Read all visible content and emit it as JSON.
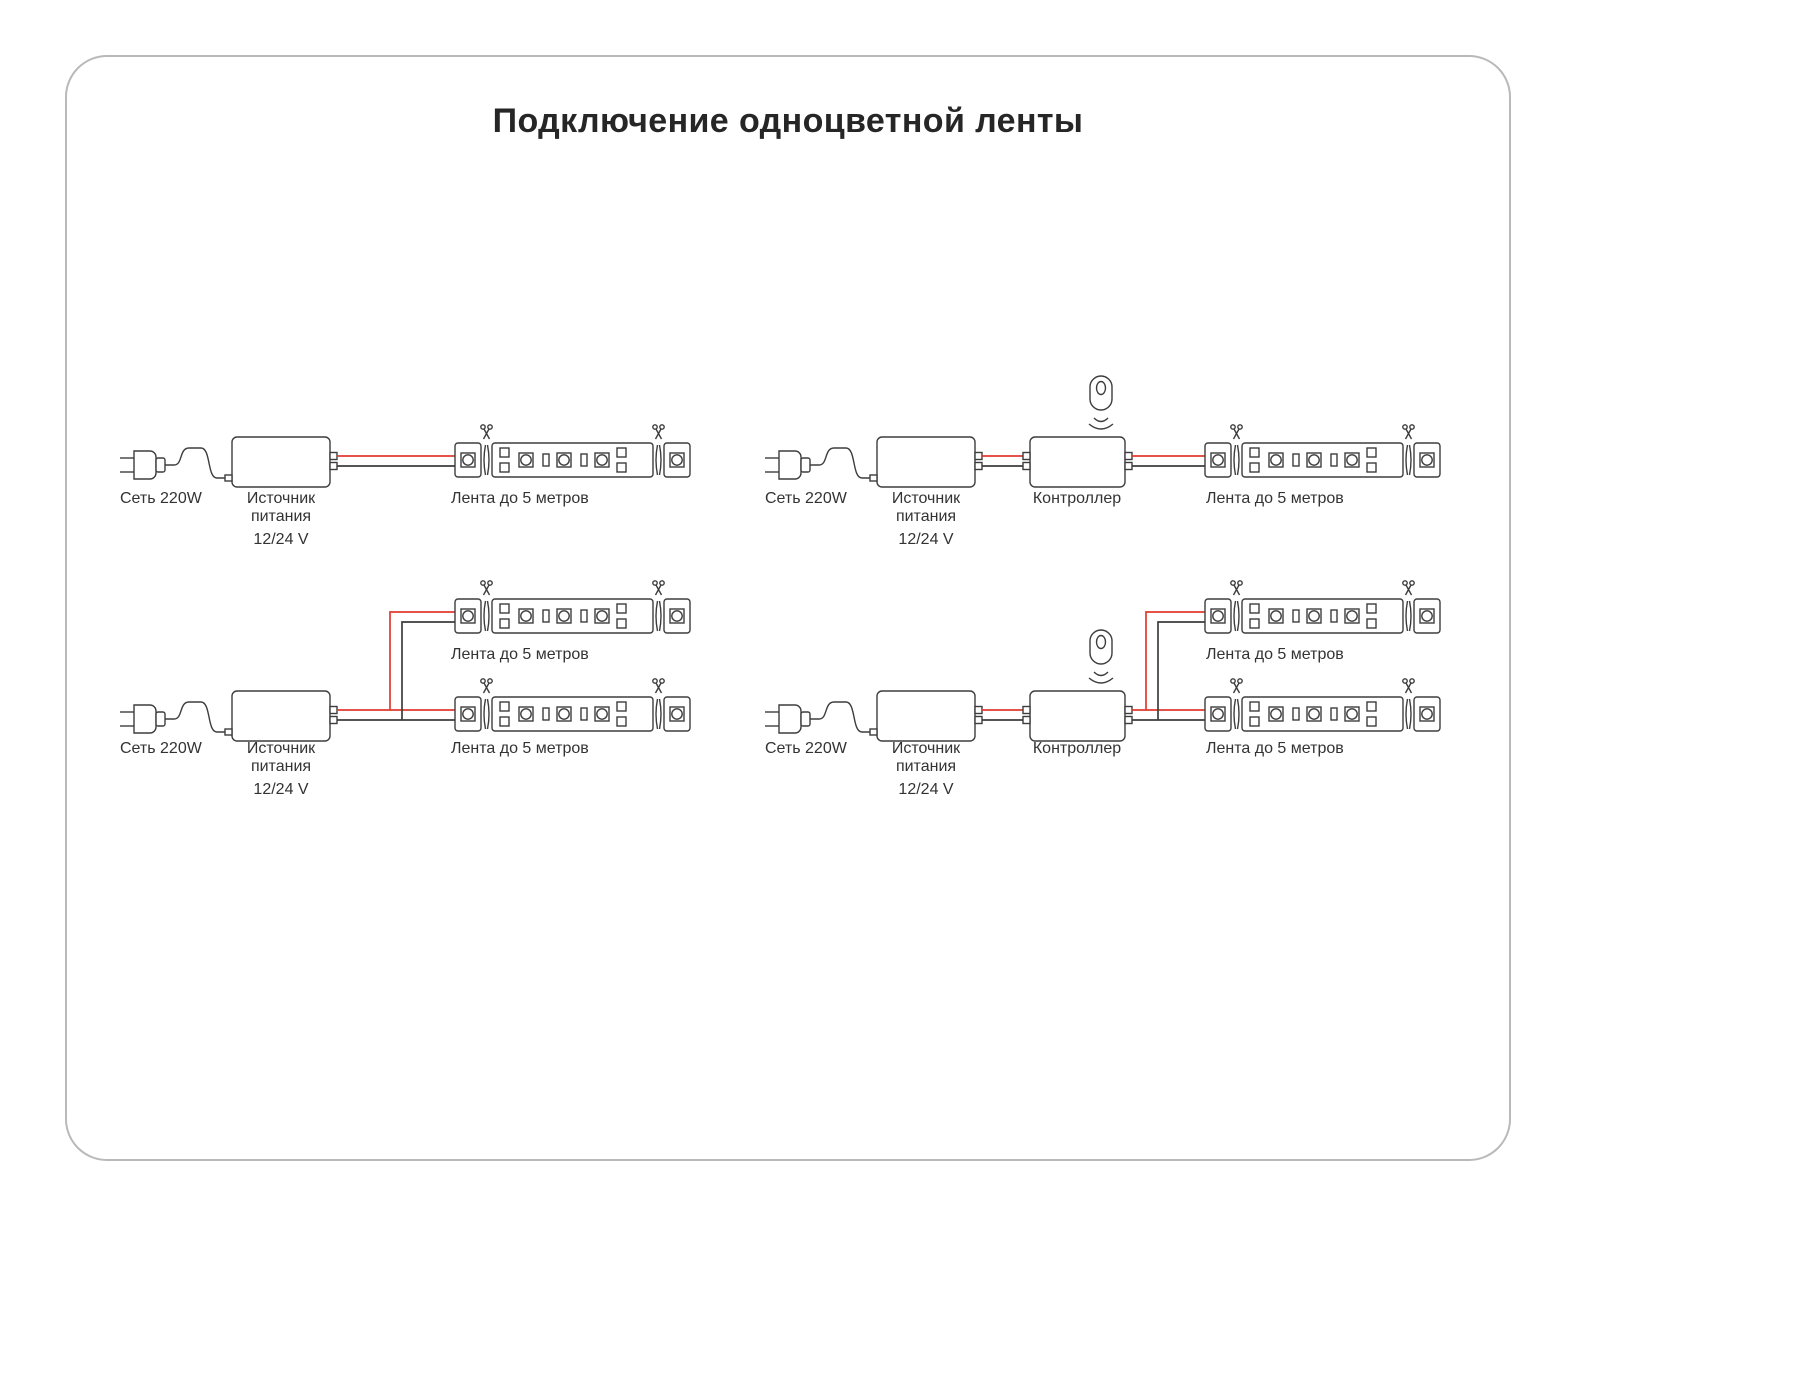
{
  "page": {
    "title": "Подключение одноцветной ленты",
    "background": "#ffffff",
    "frame_border_color": "#b9b9b9"
  },
  "colors": {
    "outline": "#3d3d3d",
    "wire_red": "#e03a2f",
    "wire_black": "#3d3d3d",
    "label_text": "#333333",
    "title_text": "#262626"
  },
  "labels": {
    "mains": "Сеть 220W",
    "psu_line1": "Источник",
    "psu_line2": "питания",
    "psu_voltage": "12/24 V",
    "controller": "Контроллер",
    "strip": "Лента до 5 метров"
  },
  "diagrams": [
    {
      "id": 1,
      "has_controller": false,
      "strip_count": 1
    },
    {
      "id": 2,
      "has_controller": true,
      "strip_count": 1
    },
    {
      "id": 3,
      "has_controller": false,
      "strip_count": 2
    },
    {
      "id": 4,
      "has_controller": true,
      "strip_count": 2
    }
  ]
}
